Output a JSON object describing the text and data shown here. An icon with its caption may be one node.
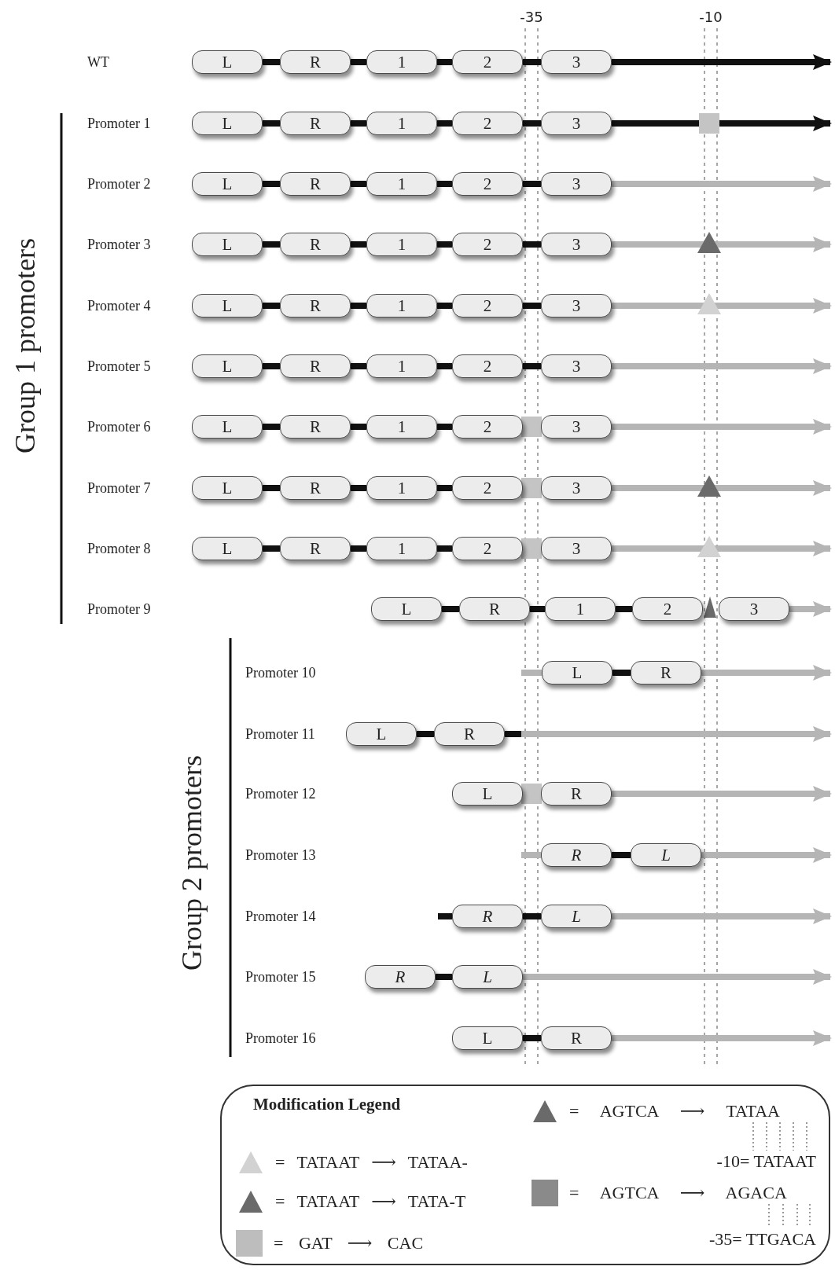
{
  "diagram": {
    "nodes": [
      {
        "text": [
          "L"
        ]
      },
      {
        "text": [
          "R"
        ]
      },
      {
        "text": [
          "1"
        ]
      },
      {
        "text": [
          "2"
        ]
      },
      {
        "text": [
          "3"
        ]
      },
      {
        "text": [
          "L"
        ]
      },
      {
        "text": [
          "R"
        ]
      },
      {
        "text": [
          "1"
        ]
      },
      {
        "text": [
          "2"
        ]
      },
      {
        "text": [
          "3"
        ]
      },
      {
        "text": [
          "L"
        ]
      },
      {
        "text": [
          "R"
        ]
      },
      {
        "text": [
          "1"
        ]
      },
      {
        "text": [
          "2"
        ]
      },
      {
        "text": [
          "3"
        ]
      },
      {
        "text": [
          "L"
        ]
      },
      {
        "text": [
          "R"
        ]
      },
      {
        "text": [
          "1"
        ]
      },
      {
        "text": [
          "2"
        ]
      },
      {
        "text": [
          "3"
        ]
      },
      {
        "text": [
          "L"
        ]
      },
      {
        "text": [
          "R"
        ]
      },
      {
        "text": [
          "1"
        ]
      },
      {
        "text": [
          "2"
        ]
      },
      {
        "text": [
          "3"
        ]
      },
      {
        "text": [
          "L"
        ]
      },
      {
        "text": [
          "R"
        ]
      },
      {
        "text": [
          "1"
        ]
      },
      {
        "text": [
          "2"
        ]
      },
      {
        "text": [
          "3"
        ]
      },
      {
        "text": [
          "L"
        ]
      },
      {
        "text": [
          "R"
        ]
      },
      {
        "text": [
          "1"
        ]
      },
      {
        "text": [
          "2"
        ]
      },
      {
        "text": [
          "3"
        ]
      },
      {
        "text": [
          "L"
        ]
      },
      {
        "text": [
          "R"
        ]
      },
      {
        "text": [
          "1"
        ]
      },
      {
        "text": [
          "2"
        ]
      },
      {
        "text": [
          "3"
        ]
      },
      {
        "text": [
          "L"
        ]
      },
      {
        "text": [
          "R"
        ]
      },
      {
        "text": [
          "1"
        ]
      },
      {
        "text": [
          "2"
        ]
      },
      {
        "text": [
          "3"
        ]
      },
      {
        "text": [
          "L"
        ]
      },
      {
        "text": [
          "R"
        ]
      },
      {
        "text": [
          "1"
        ]
      },
      {
        "text": [
          "2"
        ]
      },
      {
        "text": [
          "3"
        ]
      },
      {
        "text": [
          "L"
        ]
      },
      {
        "text": [
          "R"
        ]
      },
      {
        "text": [
          "L"
        ]
      },
      {
        "text": [
          "R"
        ]
      },
      {
        "text": [
          "L"
        ]
      },
      {
        "text": [
          "R"
        ]
      },
      {
        "text": [
          "R"
        ]
      },
      {
        "text": [
          "L"
        ]
      },
      {
        "text": [
          "R"
        ]
      },
      {
        "text": [
          "L"
        ]
      },
      {
        "text": [
          "R"
        ]
      },
      {
        "text": [
          "L"
        ]
      },
      {
        "text": [
          "L"
        ]
      },
      {
        "text": [
          "R"
        ]
      }
    ],
    "edges": [
      {
        "from": 0,
        "to": 1,
        "arrow": "none"
      },
      {
        "from": 1,
        "to": 2,
        "arrow": "none"
      },
      {
        "from": 2,
        "to": 3,
        "arrow": "none"
      },
      {
        "from": 3,
        "to": 4,
        "arrow": "none"
      },
      {
        "from": 4,
        "to": null,
        "arrow": "to"
      },
      {
        "from": 5,
        "to": 6,
        "arrow": "none"
      },
      {
        "from": 6,
        "to": 7,
        "arrow": "none"
      },
      {
        "from": 7,
        "to": 8,
        "arrow": "none"
      },
      {
        "from": 8,
        "to": 9,
        "arrow": "none"
      },
      {
        "from": 9,
        "to": null,
        "arrow": "to"
      },
      {
        "from": 10,
        "to": 11,
        "arrow": "none"
      },
      {
        "from": 11,
        "to": 12,
        "arrow": "none"
      },
      {
        "from": 12,
        "to": 13,
        "arrow": "none"
      },
      {
        "from": 13,
        "to": 14,
        "arrow": "none"
      },
      {
        "from": 14,
        "to": null,
        "arrow": "to",
        "color": "#b5b5b5"
      },
      {
        "from": 15,
        "to": 16,
        "arrow": "none"
      },
      {
        "from": 16,
        "to": 17,
        "arrow": "none"
      },
      {
        "from": 17,
        "to": 18,
        "arrow": "none"
      },
      {
        "from": 18,
        "to": 19,
        "arrow": "none"
      },
      {
        "from": 19,
        "to": null,
        "arrow": "to",
        "color": "#b5b5b5"
      },
      {
        "from": 20,
        "to": 21,
        "arrow": "none"
      },
      {
        "from": 21,
        "to": 22,
        "arrow": "none"
      },
      {
        "from": 22,
        "to": 23,
        "arrow": "none"
      },
      {
        "from": 23,
        "to": 24,
        "arrow": "none"
      },
      {
        "from": 24,
        "to": null,
        "arrow": "to",
        "color": "#b5b5b5"
      },
      {
        "from": 25,
        "to": 26,
        "arrow": "none"
      },
      {
        "from": 26,
        "to": 27,
        "arrow": "none"
      },
      {
        "from": 27,
        "to": 28,
        "arrow": "none"
      },
      {
        "from": 28,
        "to": 29,
        "arrow": "none"
      },
      {
        "from": 29,
        "to": null,
        "arrow": "to",
        "color": "#b5b5b5"
      },
      {
        "from": 30,
        "to": 31,
        "arrow": "none"
      },
      {
        "from": 31,
        "to": 32,
        "arrow": "none"
      },
      {
        "from": 32,
        "to": 33,
        "arrow": "none"
      },
      {
        "from": 34,
        "to": null,
        "arrow": "to",
        "color": "#b5b5b5"
      },
      {
        "from": 35,
        "to": 36,
        "arrow": "none"
      },
      {
        "from": 36,
        "to": 37,
        "arrow": "none"
      },
      {
        "from": 37,
        "to": 38,
        "arrow": "none"
      },
      {
        "from": 39,
        "to": null,
        "arrow": "to",
        "color": "#b5b5b5"
      },
      {
        "from": 40,
        "to": 41,
        "arrow": "none"
      },
      {
        "from": 41,
        "to": 42,
        "arrow": "none"
      },
      {
        "from": 42,
        "to": 43,
        "arrow": "none"
      },
      {
        "from": 44,
        "to": null,
        "arrow": "to",
        "color": "#b5b5b5"
      },
      {
        "from": 45,
        "to": 46,
        "arrow": "none"
      },
      {
        "from": 46,
        "to": 47,
        "arrow": "none"
      },
      {
        "from": 47,
        "to": 48,
        "arrow": "none"
      },
      {
        "from": 49,
        "to": null,
        "arrow": "to",
        "color": "#b5b5b5"
      },
      {
        "from": null,
        "to": 50,
        "arrow": "none",
        "color": "#b5b5b5"
      },
      {
        "from": 50,
        "to": 51,
        "arrow": "none"
      },
      {
        "from": 51,
        "to": null,
        "arrow": "to",
        "color": "#b5b5b5"
      },
      {
        "from": 52,
        "to": 53,
        "arrow": "none"
      },
      {
        "from": 53,
        "to": null,
        "arrow": "to",
        "color": "#b5b5b5"
      },
      {
        "from": 53,
        "to": null,
        "arrow": "none"
      },
      {
        "from": 55,
        "to": null,
        "arrow": "to",
        "color": "#b5b5b5"
      },
      {
        "from": null,
        "to": 56,
        "arrow": "none",
        "color": "#b5b5b5"
      },
      {
        "from": 56,
        "to": 57,
        "arrow": "none"
      },
      {
        "from": 57,
        "to": null,
        "arrow": "to",
        "color": "#b5b5b5"
      },
      {
        "from": null,
        "to": 58,
        "arrow": "none"
      },
      {
        "from": 58,
        "to": 59,
        "arrow": "none"
      },
      {
        "from": 59,
        "to": null,
        "arrow": "to",
        "color": "#b5b5b5"
      },
      {
        "from": 60,
        "to": 61,
        "arrow": "none"
      },
      {
        "from": 61,
        "to": null,
        "arrow": "to",
        "color": "#b5b5b5"
      },
      {
        "from": 62,
        "to": 63,
        "arrow": "none"
      },
      {
        "from": 63,
        "to": null,
        "arrow": "to",
        "color": "#b5b5b5"
      }
    ],
    "labels": [
      "-35",
      "-10",
      "WT",
      "Promoter 1",
      "Promoter 2",
      "Promoter 3",
      "Promoter 4",
      "Promoter 5",
      "Promoter 6",
      "Promoter 7",
      "Promoter 8",
      "Promoter 9",
      "Promoter 10",
      "Promoter 11",
      "Promoter 12",
      "Promoter 13",
      "Promoter 14",
      "Promoter 15",
      "Promoter 16",
      "Group 1 promoters",
      "Group 2 promoters",
      "Modification Legend",
      "-10= TATAAT",
      "-35= TTGACA"
    ],
    "legend": [
      {
        "text": "= TATAAT ⟶ TATAA-"
      },
      {
        "text": "= TATAAT ⟶ TATA-T"
      },
      {
        "text": "= GAT ⟶ CAC",
        "color": "#bdbdbd"
      },
      {
        "text": "= AGTCA ⟶ TATAA"
      },
      {
        "text": "= AGTCA ⟶ AGACA",
        "color": "#8a8a8a"
      }
    ]
  }
}
